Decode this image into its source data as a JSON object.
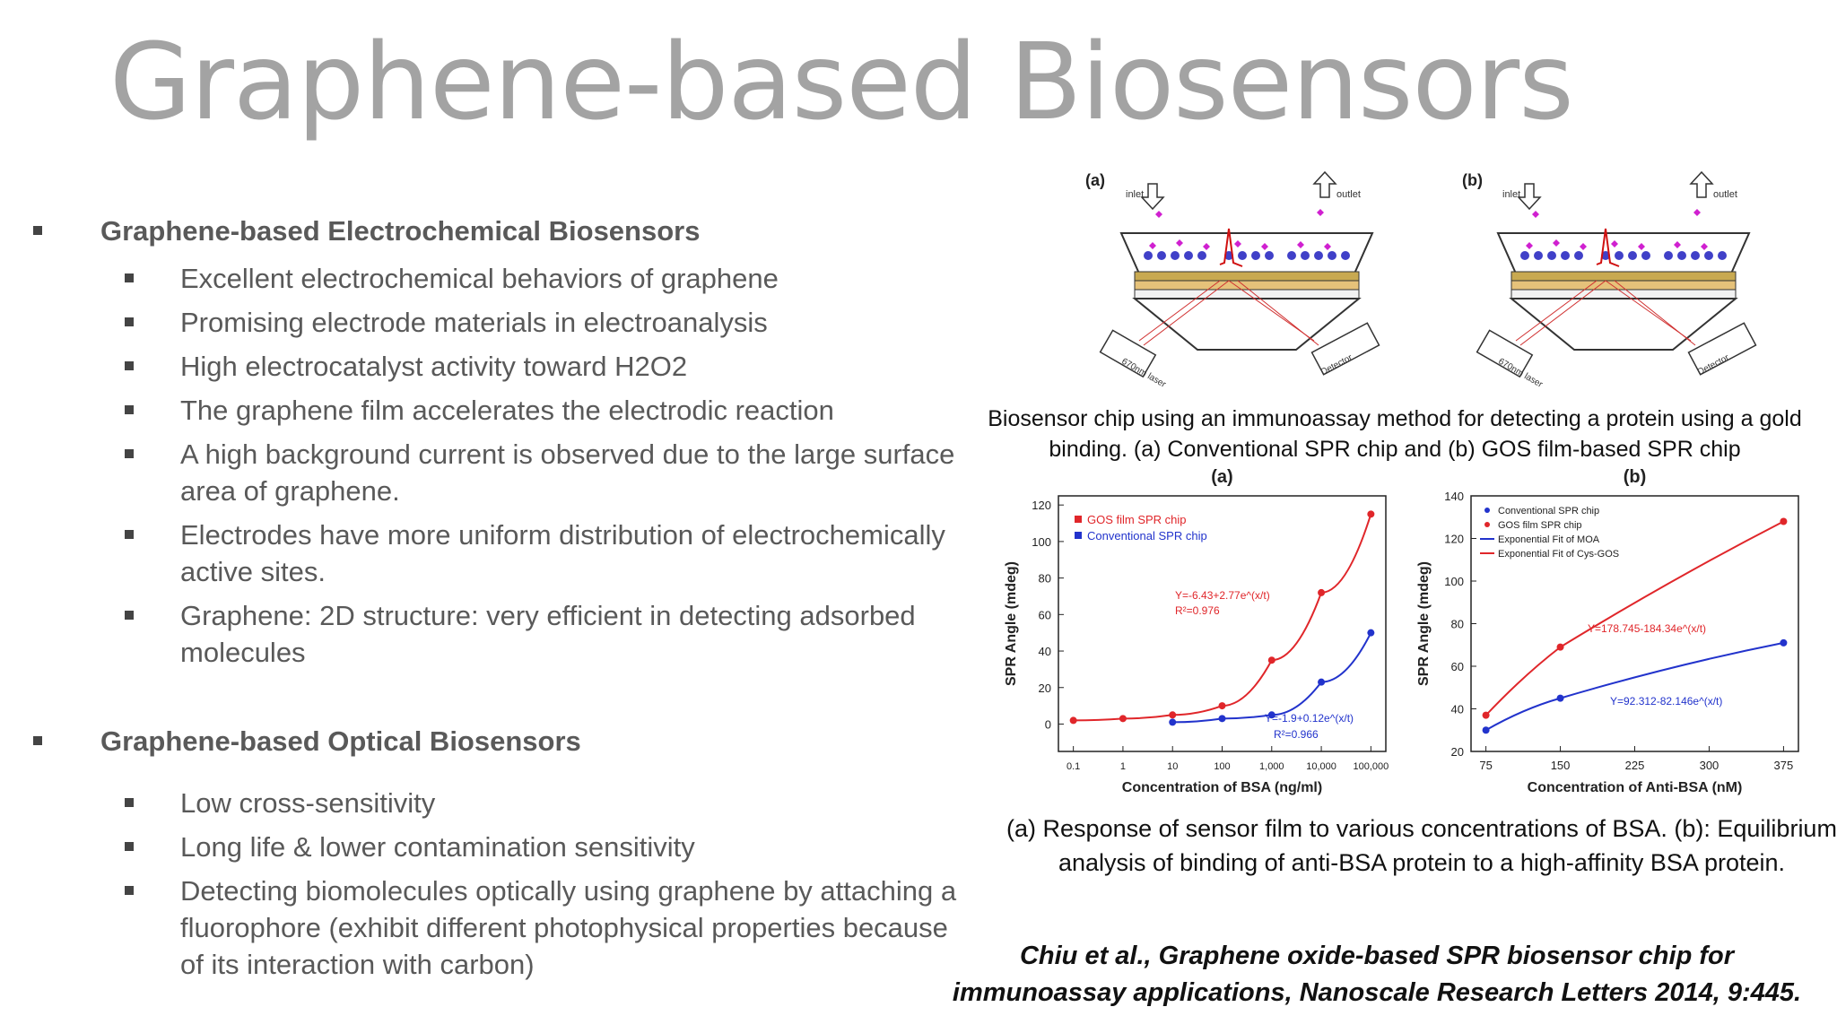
{
  "title": "Graphene-based Biosensors",
  "section1": {
    "heading": "Graphene-based Electrochemical Biosensors",
    "items": [
      "Excellent electrochemical behaviors of graphene",
      "Promising electrode materials in electroanalysis",
      "High electrocatalyst activity toward H2O2",
      "The graphene film accelerates the electrodic reaction",
      "A high background current is observed due to the large surface area of graphene.",
      "Electrodes have more uniform distribution of electrochemically active sites.",
      "Graphene: 2D structure: very efficient in detecting adsorbed molecules"
    ]
  },
  "section2": {
    "heading": "Graphene-based Optical Biosensors",
    "items": [
      "Low cross-sensitivity",
      "Long life & lower contamination sensitivity",
      "Detecting biomolecules optically using graphene by attaching a fluorophore (exhibit different photophysical properties because of its interaction with carbon)"
    ]
  },
  "figure_top": {
    "panel_a_label": "(a)",
    "panel_b_label": "(b)",
    "inlet": "inlet",
    "outlet": "outlet",
    "laser": "670nm laser",
    "detector": "Detector",
    "caption": "Biosensor chip using an immunoassay method for detecting a protein using a gold binding. (a) Conventional SPR chip and (b) GOS film-based SPR chip"
  },
  "chart_data": [
    {
      "type": "scatter",
      "panel_label": "(a)",
      "xlabel": "Concentration of BSA (ng/ml)",
      "ylabel": "SPR Angle (mdeg)",
      "x_scale": "log",
      "x_ticks": [
        "0.1",
        "1",
        "10",
        "100",
        "1,000",
        "10,000",
        "100,000"
      ],
      "y_ticks": [
        "0",
        "20",
        "40",
        "60",
        "80",
        "100",
        "120"
      ],
      "xlim": [
        0.05,
        200000
      ],
      "ylim": [
        -15,
        125
      ],
      "series": [
        {
          "name": "GOS film SPR chip",
          "color": "#e0262a",
          "x": [
            0.1,
            1,
            10,
            100,
            1000,
            10000,
            100000
          ],
          "y": [
            2,
            3,
            5,
            10,
            35,
            72,
            115
          ]
        },
        {
          "name": "Conventional SPR chip",
          "color": "#2233cc",
          "x": [
            10,
            100,
            1000,
            10000,
            100000
          ],
          "y": [
            1,
            3,
            5,
            23,
            50
          ]
        }
      ],
      "annotations": [
        "Y=-6.43+2.77e^(x/t)",
        "R²=0.976",
        "Y=-1.9+0.12e^(x/t)",
        "R²=0.966"
      ]
    },
    {
      "type": "scatter",
      "panel_label": "(b)",
      "xlabel": "Concentration of Anti-BSA (nM)",
      "ylabel": "SPR Angle (mdeg)",
      "x_ticks": [
        "75",
        "150",
        "225",
        "300",
        "375"
      ],
      "y_ticks": [
        "20",
        "40",
        "60",
        "80",
        "100",
        "120",
        "140"
      ],
      "xlim": [
        60,
        390
      ],
      "ylim": [
        20,
        140
      ],
      "series": [
        {
          "name": "Conventional SPR chip",
          "color": "#2233cc",
          "x": [
            75,
            150,
            375
          ],
          "y": [
            30,
            45,
            71
          ]
        },
        {
          "name": "GOS film SPR chip",
          "color": "#e0262a",
          "x": [
            75,
            150,
            375
          ],
          "y": [
            37,
            69,
            128
          ]
        }
      ],
      "fit_legend": [
        {
          "name": "Exponential Fit of MOA",
          "color": "#2233cc"
        },
        {
          "name": "Exponential Fit of Cys-GOS",
          "color": "#e0262a"
        }
      ],
      "annotations": [
        "Y=178.745-184.34e^(x/t)",
        "Y=92.312-82.146e^(x/t)"
      ]
    }
  ],
  "figure_bottom_caption": "(a) Response of sensor film to various concentrations of BSA. (b): Equilibrium analysis of binding of anti-BSA protein to a high-affinity BSA protein.",
  "citation": "Chiu et al., Graphene oxide-based SPR biosensor chip for immunoassay applications, Nanoscale Research Letters 2014, 9:445."
}
